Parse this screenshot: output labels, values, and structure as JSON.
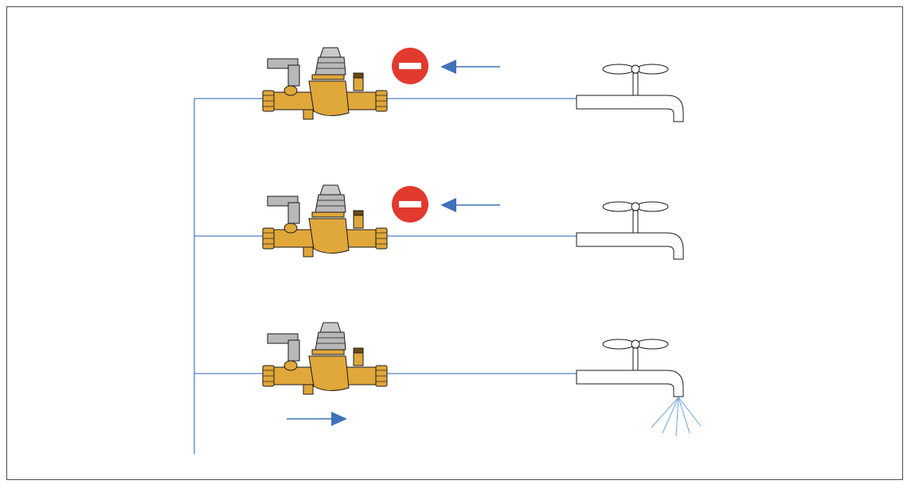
{
  "colors": {
    "pipe": "#4f7fc0",
    "arrow": "#3f72b8",
    "no_entry_red": "#e23a2e",
    "no_entry_bar": "#ffffff",
    "brass": "#e0a73a",
    "brass_dark": "#6b4a10",
    "cap_grey": "#b8b8b8",
    "tap_outline": "#1a1a1a"
  },
  "rows": [
    {
      "id": "row-1",
      "flow": "blocked",
      "symbol": "no-entry-icon",
      "arrow_direction": "left",
      "tap_running": false
    },
    {
      "id": "row-2",
      "flow": "blocked",
      "symbol": "no-entry-icon",
      "arrow_direction": "left",
      "tap_running": false
    },
    {
      "id": "row-3",
      "flow": "open",
      "symbol": "none",
      "arrow_direction": "right",
      "tap_running": true
    }
  ]
}
